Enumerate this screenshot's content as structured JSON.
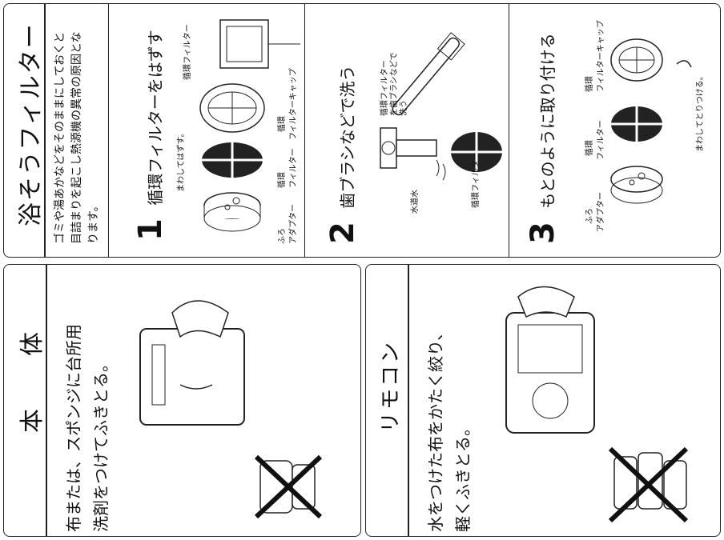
{
  "filter": {
    "title": "浴そうフィルター",
    "intro_line1": "ゴミや湯あかなどをそのままにしておくと",
    "intro_line2": "目詰まりを起こし熱源機の異常の原因とな",
    "intro_line3": "ります。",
    "steps": [
      {
        "number": "1",
        "text": "循環フィルターをはずす"
      },
      {
        "number": "2",
        "text": "歯ブラシなどで洗う"
      },
      {
        "number": "3",
        "text": "もとのように取り付ける"
      }
    ],
    "labels": {
      "junkan_filter_top": "循環フィルター",
      "remove_turn": "まわしてはずす。",
      "junkan_a": "循環",
      "filter_cap_a": "フィルターキャップ",
      "junkan_b": "循環",
      "filter_b": "フィルター",
      "furo_a": "ふろ",
      "adapter_a": "アダプター",
      "brush_note1": "循環フィルター",
      "brush_note2": "を歯ブラシなどで",
      "brush_note3": "洗う",
      "water_tap": "水道水",
      "junkan_filter_mid": "循環フィルター",
      "junkan_c": "循環",
      "filter_cap_c": "フィルターキャップ",
      "junkan_d": "循環",
      "filter_d": "フィルター",
      "furo_c": "ふろ",
      "adapter_c": "アダプター",
      "attach_turn": "まわしてとりつける。"
    }
  },
  "body_panel": {
    "title": "本　体",
    "line1": "布または、スポンジに台所用",
    "line2": "洗剤をつけてふきとる。"
  },
  "remote_panel": {
    "title": "リモコン",
    "line1": "水をつけた布をかたく絞り、",
    "line2": "軽くふきとる。"
  },
  "icons": {
    "cross_color": "#111111"
  }
}
